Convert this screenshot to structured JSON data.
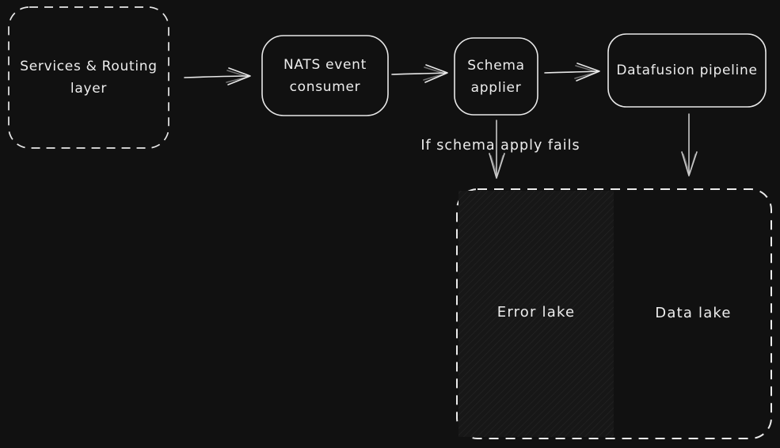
{
  "diagram": {
    "nodes": {
      "services_routing": {
        "line1": "Services & Routing",
        "line2": "layer"
      },
      "nats_consumer": {
        "line1": "NATS event",
        "line2": "consumer"
      },
      "schema_applier": {
        "line1": "Schema",
        "line2": "applier"
      },
      "datafusion_pipeline": {
        "line1": "Datafusion pipeline"
      }
    },
    "annotations": {
      "failure_condition": "If schema apply fails"
    },
    "lake_container": {
      "error_lake_label": "Error lake",
      "data_lake_label": "Data lake"
    },
    "colors": {
      "background": "#111111",
      "stroke": "#e8e8e8",
      "text": "#ededed",
      "error_lake_fill": "#171717",
      "error_lake_hatch_line": "#262626"
    }
  }
}
